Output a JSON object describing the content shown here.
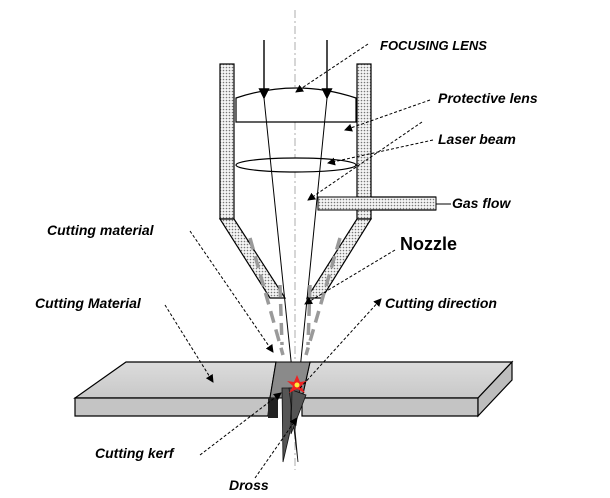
{
  "labels": {
    "focusing_lens": "FOCUSING LENS",
    "protective_lens": "Protective lens",
    "laser_beam": "Laser beam",
    "gas_flow": "Gas flow",
    "nozzle": "Nozzle",
    "cutting_material_upper": "Cutting material",
    "cutting_material_lower": "Cutting Material",
    "cutting_direction": "Cutting  direction",
    "cutting_kerf": "Cutting kerf",
    "dross": "Dross"
  }
}
